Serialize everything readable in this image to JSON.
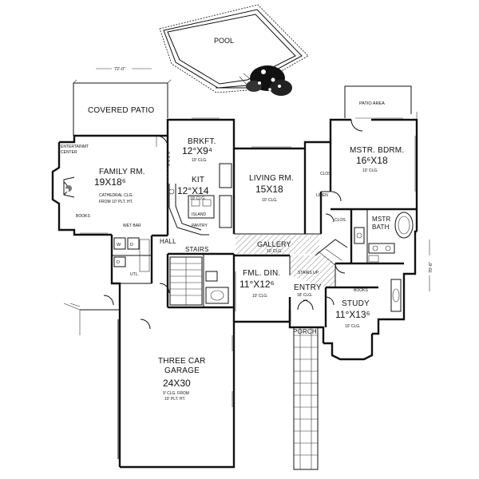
{
  "overall_width": "72'-0\"",
  "overall_depth": "70'-6\"",
  "pool": "POOL",
  "covered_patio": "COVERED PATIO",
  "patio_area": "PATIO AREA",
  "brkft": {
    "name": "BRKFT.",
    "dim": "12°X9⁴",
    "clg": "10' CLG."
  },
  "kit": {
    "name": "KIT",
    "dim": "12°X14",
    "clg": "10' CLG.",
    "island": "ISLAND",
    "pantry": "PANTRY"
  },
  "family": {
    "name": "FAMILY RM.",
    "dim": "19X18⁶",
    "clg1": "CATHEDRAL CLG.",
    "clg2": "FROM 10' PLT. HT.",
    "entertainment": "ENTERTAINMT",
    "center": "CENTER",
    "books": "BOOKS"
  },
  "living": {
    "name": "LIVING RM.",
    "dim": "15X18",
    "clg": "10' CLG."
  },
  "master_bdrm": {
    "name": "MSTR. BDRM.",
    "dim": "16⁶X18",
    "clg": "10' CLG."
  },
  "master_bath": {
    "line1": "MSTR",
    "line2": "BATH"
  },
  "clos1": "CLOS.",
  "clos2": "CLOS.",
  "linen": "LINEN",
  "wet_bar": "WET BAR",
  "hall": "HALL",
  "stairs": "STAIRS",
  "stairs_up": "STAIRS UP",
  "gallery": {
    "name": "GALLERY",
    "clg": "10' CLG."
  },
  "fml_din": {
    "name": "FML. DIN.",
    "dim": "11°X12⁶",
    "clg": "10' CLG."
  },
  "entry": {
    "name": "ENTRY",
    "clg": "18' CLG."
  },
  "study": {
    "name": "STUDY",
    "dim": "11°X13⁶",
    "clg": "10' CLG.",
    "books": "BOOKS"
  },
  "porch": "PORCH",
  "utl": "UTL.",
  "garage": {
    "line1": "THREE CAR",
    "line2": "GARAGE",
    "dim": "24X30",
    "clg1": "9' CLG. FROM",
    "clg2": "10' PLT. HT."
  }
}
